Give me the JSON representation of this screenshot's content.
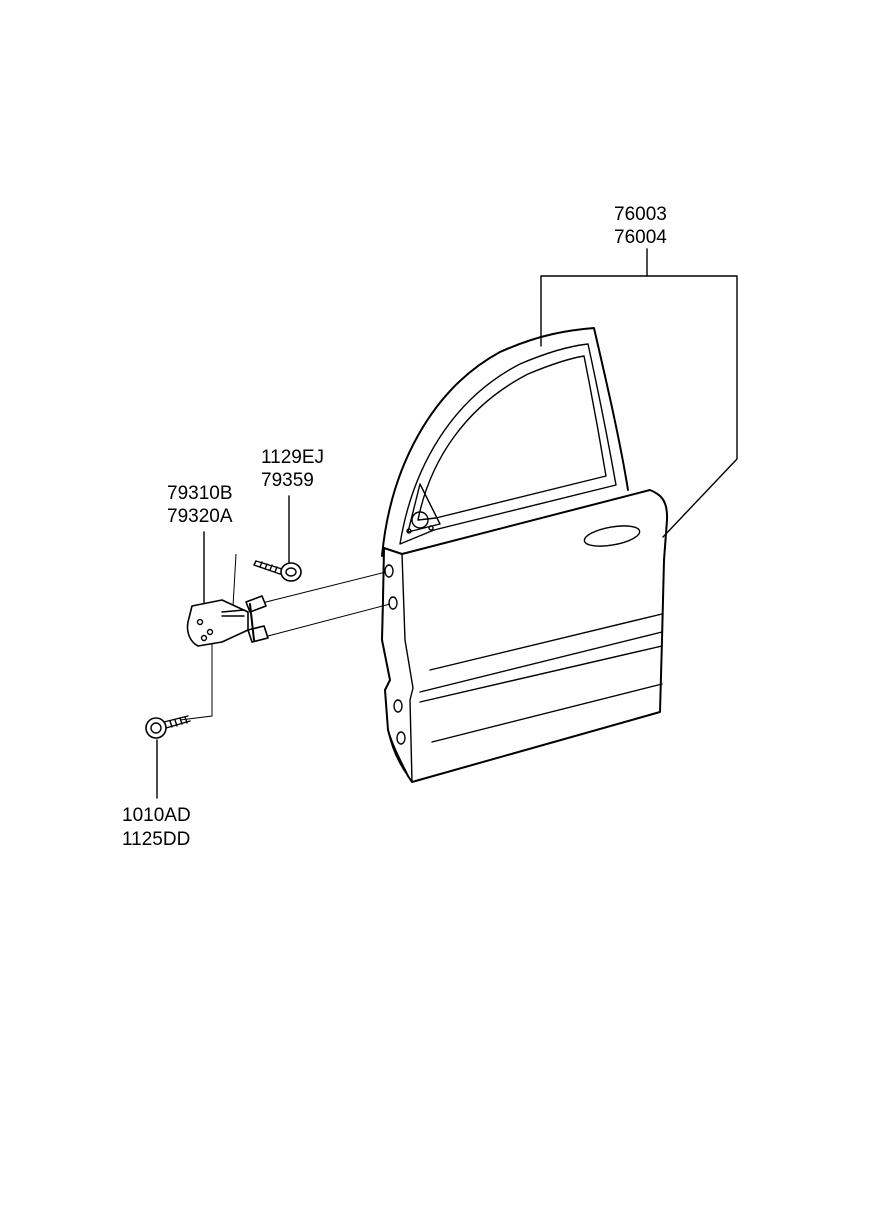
{
  "labels": {
    "door_part_1": "76003",
    "door_part_2": "76004",
    "hinge_bolt_1": "1129EJ",
    "hinge_bolt_2": "79359",
    "hinge_1": "79310B",
    "hinge_2": "79320A",
    "body_bolt_1": "1010AD",
    "body_bolt_2": "1125DD"
  },
  "colors": {
    "line": "#000000",
    "background": "#ffffff"
  }
}
